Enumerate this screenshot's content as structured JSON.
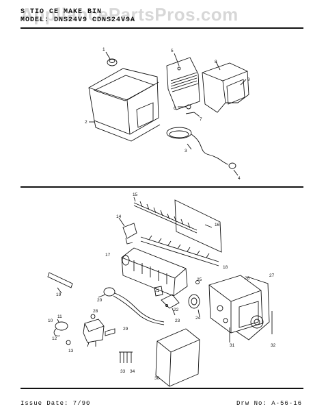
{
  "header": {
    "line1": "S  TIO   CE MAKE   BIN",
    "line2": "MODEL: DNS24V9  CDNS24V9A",
    "watermark": "AppliancePartsPros.com"
  },
  "callouts": [
    "1",
    "2",
    "3",
    "4",
    "5",
    "6",
    "7",
    "8",
    "9",
    "10",
    "11",
    "12",
    "13",
    "14",
    "15",
    "16",
    "17",
    "18",
    "19",
    "20",
    "21",
    "22",
    "23",
    "24",
    "25",
    "26",
    "27",
    "28",
    "29",
    "30",
    "31",
    "32",
    "33",
    "34"
  ],
  "footer": {
    "issue": "Issue Date: 7/90",
    "drawing": "Drw No: A-56-16"
  }
}
